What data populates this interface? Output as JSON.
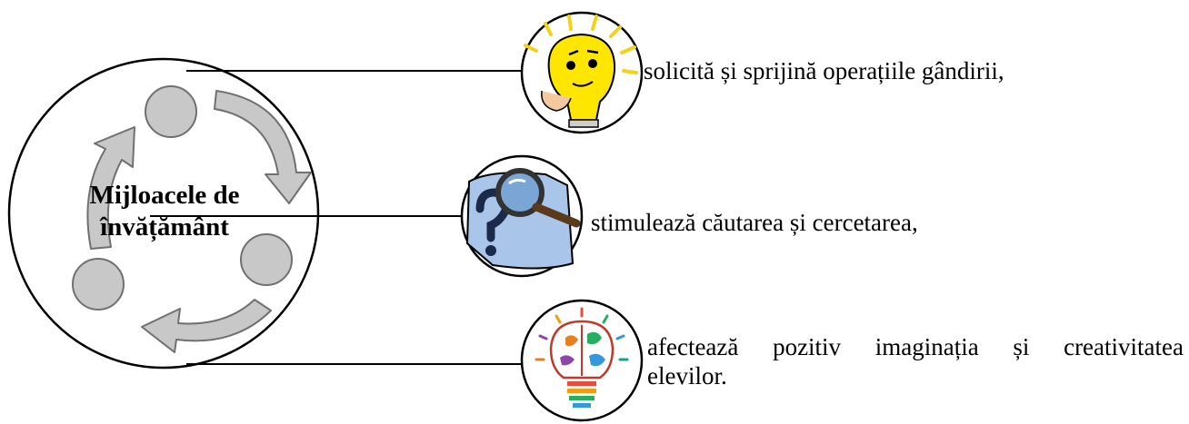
{
  "center": {
    "title_line1": "Mijloacele de",
    "title_line2": "învățământ"
  },
  "items": [
    {
      "text": "solicită  și sprijină operațiile gândirii,",
      "icon": "lightbulb-thinking-icon"
    },
    {
      "text": "stimulează căutarea și cercetarea,",
      "icon": "magnifying-glass-question-icon"
    },
    {
      "text_line1": "afectează pozitiv imaginația și creativitatea",
      "text_line2": "elevilor.",
      "icon": "creative-brain-bulb-icon"
    }
  ],
  "colors": {
    "cycle_gray": "#c8c8c8",
    "cycle_stroke": "#707070",
    "line": "#000000",
    "bulb_yellow": "#ffe600",
    "bulb_ray": "#f2d21a",
    "lens_blue": "#7aa6d6",
    "panel_blue": "#a9c6ea"
  }
}
